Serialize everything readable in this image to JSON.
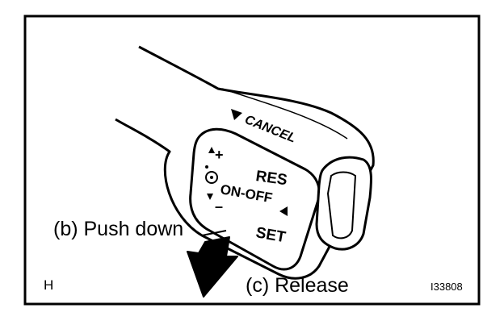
{
  "labels": {
    "push_down": "(b) Push down",
    "release": "(c) Release",
    "corner": "H",
    "figure_number": "I33808"
  },
  "switch_markings": {
    "cancel": "CANCEL",
    "res": "RES",
    "on_off": "ON-OFF",
    "set": "SET",
    "plus": "+",
    "minus": "–"
  }
}
